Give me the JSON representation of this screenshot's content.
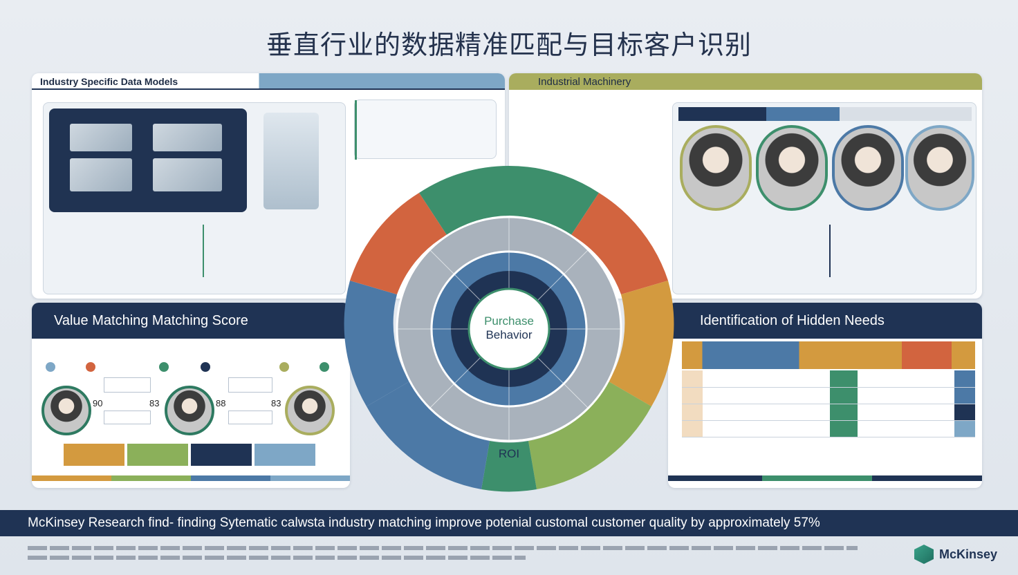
{
  "page_title": "垂直行业的数据精准匹配与目标客户识别",
  "panels": {
    "data_models": {
      "title": "Industry Specific Data Models"
    },
    "machinery": {
      "title": "Industrial Machinery"
    }
  },
  "center": {
    "label_line1": "Purchase",
    "label_line2": "Behavior",
    "roi_label": "ROI"
  },
  "value_matching": {
    "title": "Value Matching Matching Score",
    "scores": [
      "90",
      "83",
      "88",
      "83"
    ]
  },
  "hidden_needs": {
    "title": "Identification of Hidden Needs"
  },
  "footer": {
    "headline": "McKinsey Research find- finding Sytematic calwsta industry matching improve potenial customal customer quality by approximately 57%"
  },
  "brand": {
    "name": "McKinsey"
  },
  "colors": {
    "navy": "#1f3354",
    "steel_blue": "#7ea7c6",
    "olive": "#a9ad5e",
    "teal_green": "#3d8f6c",
    "orange_red": "#d2643f",
    "mustard": "#d39a3f",
    "light_green": "#8bb05a",
    "mid_blue": "#4c79a6"
  }
}
